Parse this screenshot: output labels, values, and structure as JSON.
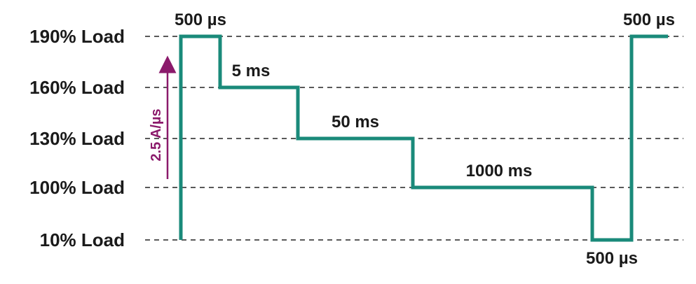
{
  "chart_data": {
    "type": "line",
    "levels": [
      {
        "name": "10% Load",
        "value": 10
      },
      {
        "name": "100% Load",
        "value": 100
      },
      {
        "name": "130% Load",
        "value": 130
      },
      {
        "name": "160% Load",
        "value": 160
      },
      {
        "name": "190% Load",
        "value": 190
      }
    ],
    "steps": [
      {
        "level": 190,
        "duration": "500 µs"
      },
      {
        "level": 160,
        "duration": "5 ms"
      },
      {
        "level": 130,
        "duration": "50 ms"
      },
      {
        "level": 100,
        "duration": "1000 ms"
      },
      {
        "level": 10,
        "duration": "500 µs"
      },
      {
        "level": 190,
        "duration": "500 µs"
      }
    ],
    "slew_rate": "2.5 A/µs",
    "grid": true
  },
  "colors": {
    "trace": "#1a8a7a",
    "arrow": "#8b1a6b",
    "text": "#1a1a1a"
  }
}
